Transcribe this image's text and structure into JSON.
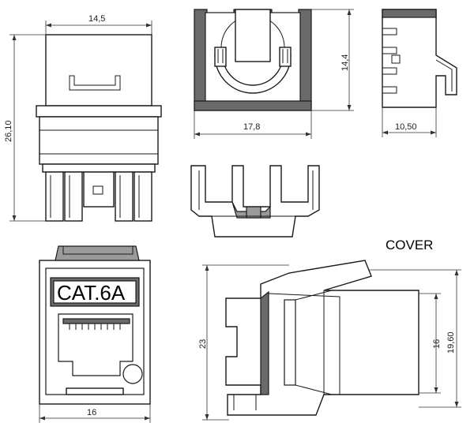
{
  "labels": {
    "cover": "COVER",
    "cat_badge": "CAT.6A"
  },
  "dimensions": {
    "top_left_width": "14,5",
    "top_left_height": "26,10",
    "top_middle_width": "17,8",
    "top_middle_height": "14,4",
    "top_right_width": "10,50",
    "bottom_left_width": "16",
    "bottom_right_height_outer": "23",
    "bottom_right_height_inner": "16",
    "bottom_right_height_right": "19,60"
  }
}
